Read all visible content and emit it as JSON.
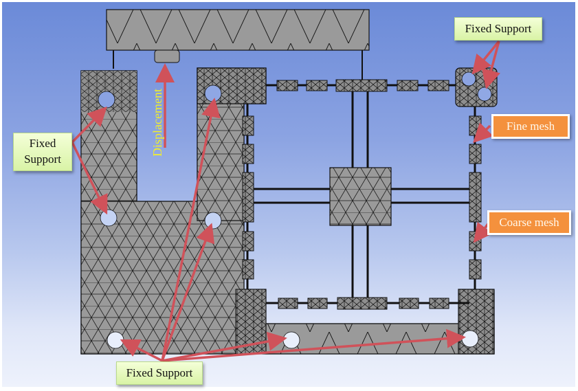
{
  "figure": {
    "subject": "Finite element mesh of compliant mechanism",
    "colors": {
      "mesh_fill": "#9a9a9a",
      "mesh_lines": "#111111",
      "arrow": "#d0525a",
      "background_top": "#6b8ad8",
      "background_bottom": "#eef2fc",
      "displacement_text": "#f3ef2a",
      "support_callout": "#e2f6b6",
      "mesh_callout": "#f4913d"
    }
  },
  "labels": {
    "fixed_support_top_right": "Fixed Support",
    "fixed_support_left": "Fixed\nSupport",
    "fixed_support_left_line1": "Fixed",
    "fixed_support_left_line2": "Support",
    "fixed_support_bottom": "Fixed Support",
    "fine_mesh": "Fine mesh",
    "coarse_mesh": "Coarse mesh",
    "displacement": "Displacement"
  }
}
